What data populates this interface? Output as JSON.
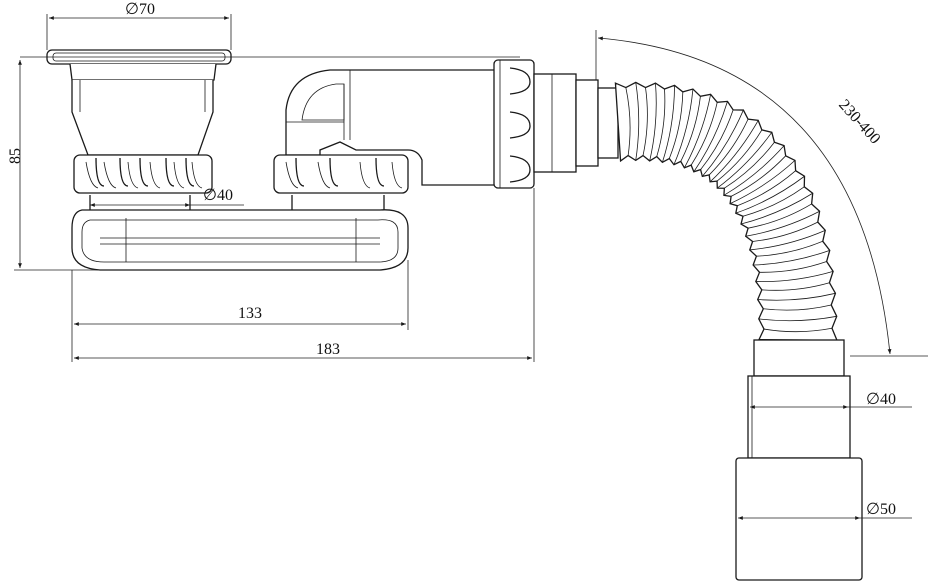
{
  "drawing": {
    "dimensions": {
      "top_diameter": "∅70",
      "height": "85",
      "outlet_diameter_upper": "∅40",
      "width_133": "133",
      "width_183": "183",
      "hose_length": "230-400",
      "hose_outlet_diameter": "∅40",
      "pipe_outlet_diameter": "∅50"
    }
  }
}
